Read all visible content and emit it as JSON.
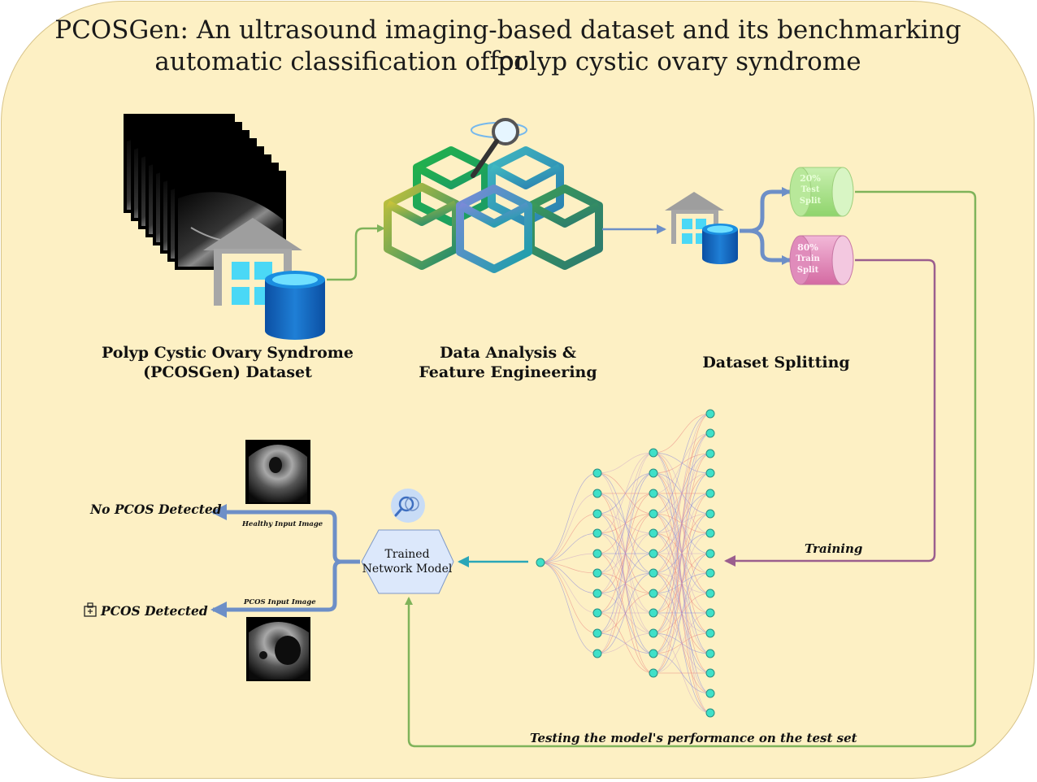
{
  "title_line1": "PCOSGen: An ultrasound imaging-based dataset and its benchmarking for",
  "title_line2": "automatic classification of polyp cystic ovary syndrome",
  "labels": {
    "dataset_line1": "Polyp Cystic Ovary Syndrome",
    "dataset_line2": "(PCOSGen) Dataset",
    "analysis_line1": "Data Analysis &",
    "analysis_line2": "Feature Engineering",
    "splitting": "Dataset Splitting"
  },
  "splits": {
    "test": {
      "pct": "20%",
      "name": "Test",
      "word": "Split"
    },
    "train": {
      "pct": "80%",
      "name": "Train",
      "word": "Split"
    }
  },
  "model": {
    "line1": "Trained",
    "line2": "Network Model"
  },
  "edges": {
    "training": "Training",
    "testing": "Testing the model's performance on the test set"
  },
  "outputs": {
    "no_pcos": "No PCOS Detected",
    "pcos": "PCOS Detected",
    "healthy_input": "Healthy Input Image",
    "pcos_input": "PCOS Input Image"
  },
  "colors": {
    "background": "#fdf0c4",
    "green_arrow": "#7fb35a",
    "purple_arrow": "#9b5e8e",
    "blue_arrow": "#6d8fc7",
    "teal_arrow": "#2aa6b8",
    "node": "#3fe0c8"
  }
}
